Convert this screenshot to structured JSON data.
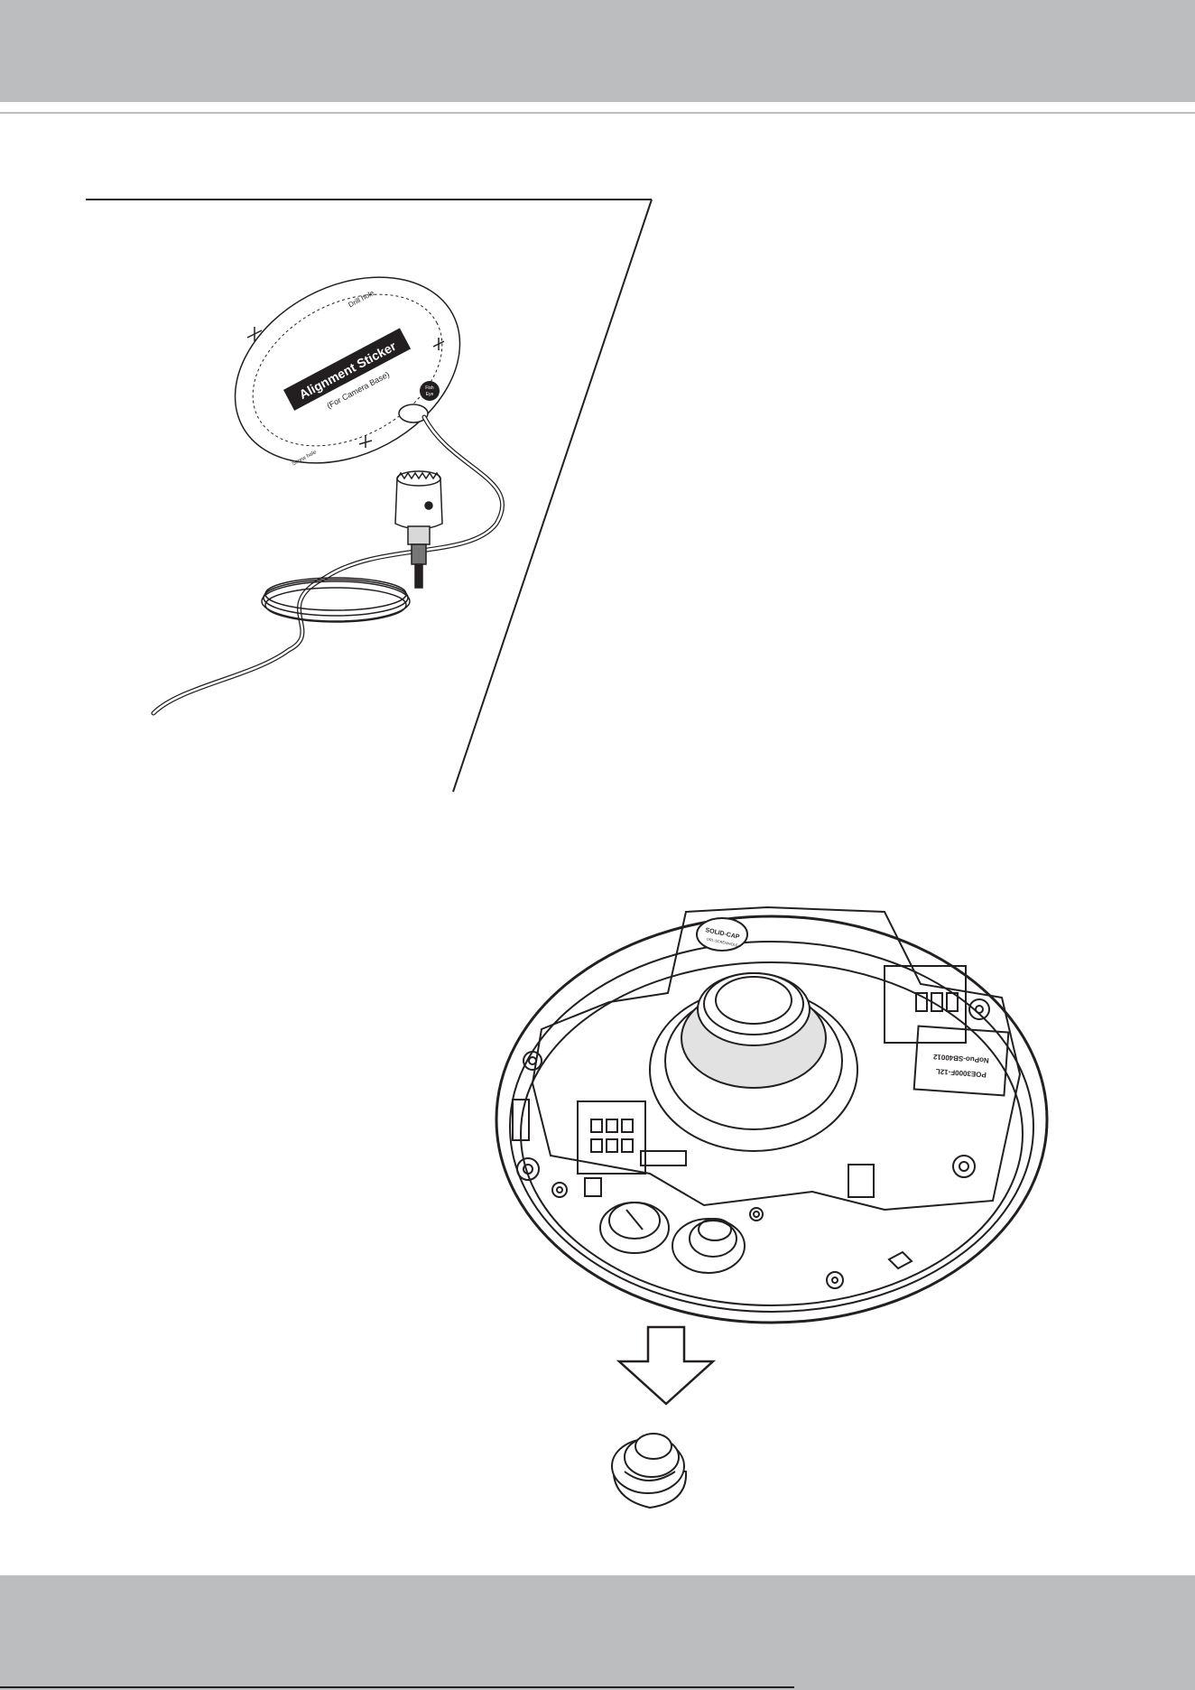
{
  "sticker": {
    "title": "Alignment Sticker",
    "subtitle": "(For Camera Base)",
    "drill_label": "Drill hole",
    "screw_label": "Screw hole",
    "badge_top": "Fish",
    "badge_bottom": "Eye"
  },
  "camera": {
    "cap_label_top": "SOLID-CAP",
    "cap_label_bottom": "DRL-SCREWHOLE",
    "board_label_1": "NoPuo-SB40012",
    "board_label_2": "POE3000F-12L"
  },
  "colors": {
    "band": "#bcbdbf",
    "ink": "#231f20"
  }
}
